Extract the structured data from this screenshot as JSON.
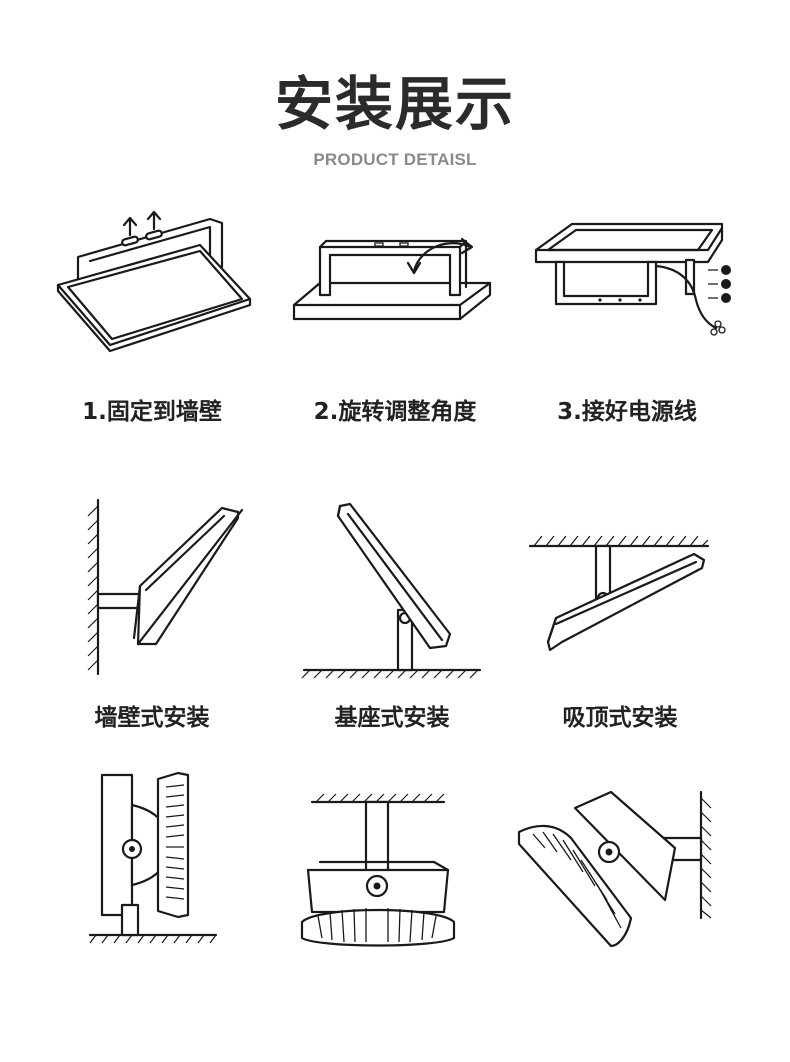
{
  "header": {
    "title": "安装展示",
    "subtitle": "PRODUCT DETAISL"
  },
  "steps": [
    {
      "label": "1.固定到墙壁",
      "icon": "wall-fix-icon"
    },
    {
      "label": "2.旋转调整角度",
      "icon": "rotate-angle-icon"
    },
    {
      "label": "3.接好电源线",
      "icon": "power-wiring-icon"
    }
  ],
  "mount_types": [
    {
      "label": "墙壁式安装",
      "icon": "wall-mount-icon"
    },
    {
      "label": "基座式安装",
      "icon": "base-mount-icon"
    },
    {
      "label": "吸顶式安装",
      "icon": "ceiling-mount-icon"
    }
  ],
  "highbay_views": [
    {
      "icon": "highbay-wall-side-icon"
    },
    {
      "icon": "highbay-ceiling-pendant-icon"
    },
    {
      "icon": "highbay-wall-angled-icon"
    }
  ],
  "colors": {
    "line": "#1a1a1a",
    "title": "#2b2b2b",
    "subtitle": "#8a8a8a",
    "background": "#ffffff"
  }
}
